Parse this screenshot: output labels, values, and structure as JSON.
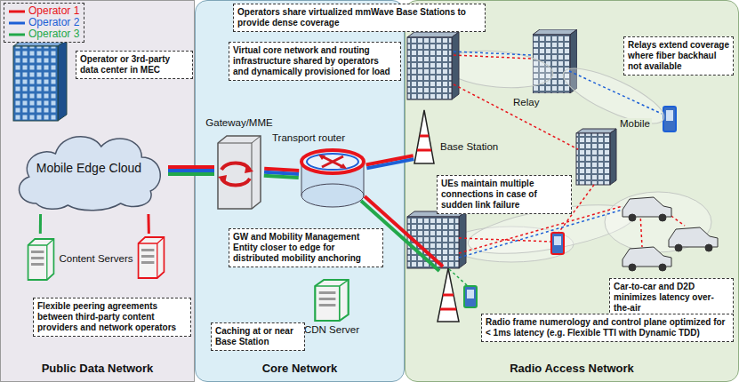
{
  "diagram": {
    "nodes": [
      {
        "text": [
          "Public Data Network"
        ]
      },
      {
        "text": [
          "Core Network"
        ]
      },
      {
        "text": [
          "Radio Access Network"
        ]
      },
      {
        "text": [
          "Operator or 3rd-party data center in MEC"
        ],
        "in": 0
      },
      {
        "text": [
          "Mobile Edge Cloud"
        ],
        "in": 0
      },
      {
        "text": [
          "Content Servers"
        ],
        "in": 0
      },
      {
        "text": [
          "Flexible peering agreements between third-party content providers and network operators"
        ],
        "in": 0
      },
      {
        "text": [
          "Operators share virtualized mmWave Base Stations to provide dense coverage"
        ]
      },
      {
        "text": [
          "Virtual core network and routing infrastructure shared by operators and dynamically provisioned for load"
        ],
        "in": 1
      },
      {
        "text": [
          "Gateway/MME"
        ],
        "in": 1
      },
      {
        "text": [
          "Transport router"
        ],
        "in": 1
      },
      {
        "text": [
          "GW and Mobility Management Entity closer to edge for distributed mobility anchoring"
        ],
        "in": 1
      },
      {
        "text": [
          "CDN Server"
        ],
        "in": 1
      },
      {
        "text": [
          "Caching at or near Base Station"
        ],
        "in": 1
      },
      {
        "text": [
          "Base Station"
        ],
        "in": 2
      },
      {
        "text": [
          "Relay"
        ],
        "in": 2
      },
      {
        "text": [
          "Relays extend coverage where fiber backhaul not available"
        ],
        "in": 2
      },
      {
        "text": [
          "Mobile"
        ],
        "in": 2
      },
      {
        "text": [
          "UEs maintain multiple connections in case of sudden link failure"
        ],
        "in": 2
      },
      {
        "text": [
          "Car-to-car and D2D minimizes latency over-the-air"
        ],
        "in": 2
      },
      {
        "text": [
          "Radio frame numerology and control plane optimized for < 1ms latency (e.g. Flexible TTI with Dynamic TDD)"
        ],
        "in": 2
      }
    ],
    "edges": [
      {
        "from": 4,
        "to": 9,
        "arrow": "none"
      },
      {
        "from": 4,
        "to": 5,
        "arrow": "none"
      },
      {
        "from": 4,
        "to": 5,
        "arrow": "none"
      },
      {
        "from": 9,
        "to": 10,
        "arrow": "none"
      },
      {
        "from": 10,
        "to": 14,
        "arrow": "none"
      }
    ],
    "legend": [
      {
        "text": "Operator 1",
        "color": "#e8141b"
      },
      {
        "text": "Operator 2",
        "color": "#1c5fd6"
      },
      {
        "text": "Operator 3",
        "color": "#22a84a"
      }
    ]
  }
}
